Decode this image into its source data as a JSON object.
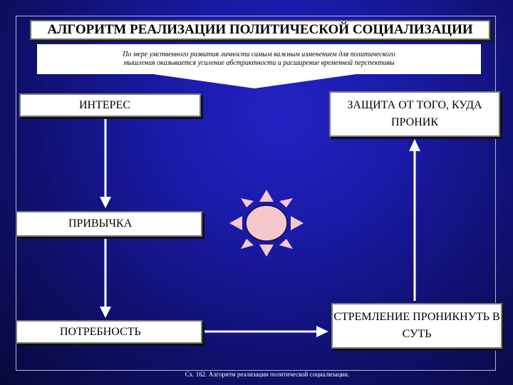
{
  "title": "АЛГОРИТМ РЕАЛИЗАЦИИ ПОЛИТИЧЕСКОЙ СОЦИАЛИЗАЦИИ",
  "subtitle": "По мере умственного развития личности самым важным изменением для политического мышления оказывается усиление абстрактности и расширение временной перспективы",
  "nodes": {
    "interest": "ИНТЕРЕС",
    "habit": "ПРИВЫЧКА",
    "need": "ПОТРЕБНОСТЬ",
    "striving": "СТРЕМЛЕНИЕ ПРОНИКНУТЬ В СУТЬ",
    "protection": "ЗАЩИТА ОТ ТОГО, КУДА ПРОНИК"
  },
  "caption": "Сх. 162. Алгоритм реализации политической социализации.",
  "colors": {
    "background": "#1a1aa8",
    "box_fill": "#ffffff",
    "sun_fill": "#f6c8cb",
    "arrow": "#ffffff"
  },
  "icons": [
    "sun-icon"
  ]
}
